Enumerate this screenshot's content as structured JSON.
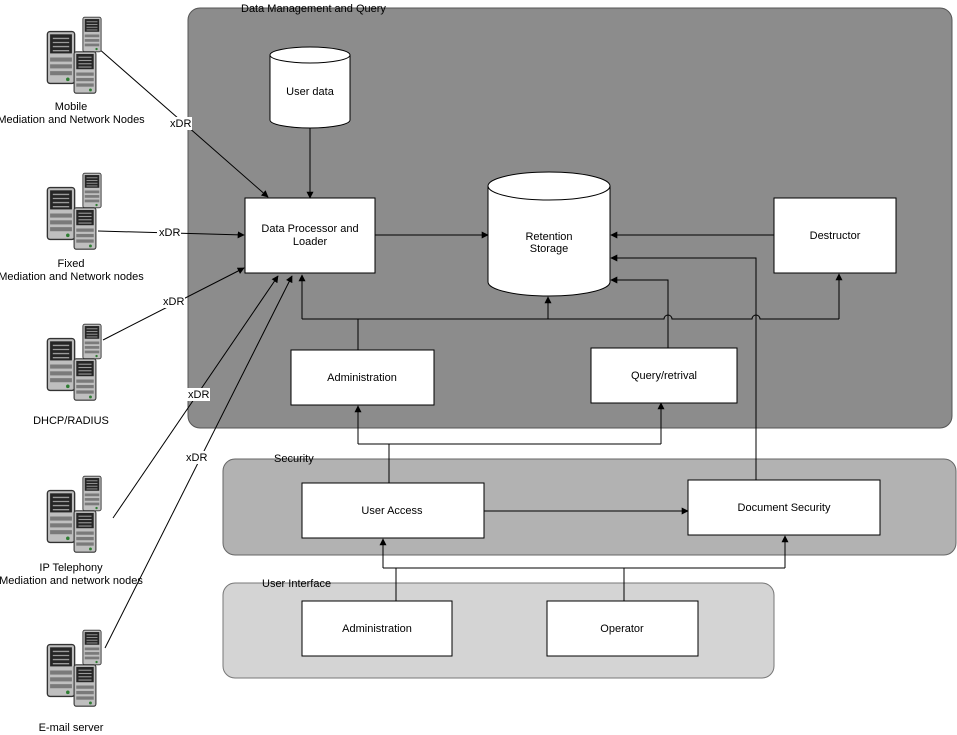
{
  "groups": {
    "data_management": "Data Management and Query",
    "security": "Security",
    "user_interface": "User Interface"
  },
  "boxes": {
    "user_data": "User data",
    "processor_line1": "Data Processor and",
    "processor_line2": "Loader",
    "retention_line1": "Retention",
    "retention_line2": "Storage",
    "destructor": "Destructor",
    "administration_dm": "Administration",
    "query": "Query/retrival",
    "user_access": "User Access",
    "document_security": "Document Security",
    "administration_ui": "Administration",
    "operator": "Operator"
  },
  "sources": {
    "mobile_line1": "Mobile",
    "mobile_line2": "Mediation and Network Nodes",
    "fixed_line1": "Fixed",
    "fixed_line2": "Mediation and Network nodes",
    "dhcp": "DHCP/RADIUS",
    "ip_line1": "IP Telephony",
    "ip_line2": "Mediation and network nodes",
    "email": "E-mail server"
  },
  "edge_labels": {
    "xdr_mobile": "xDR",
    "xdr_fixed": "xDR",
    "xdr_dhcp": "xDR",
    "xdr_ip": "xDR",
    "xdr_email": "xDR"
  },
  "colors": {
    "data_management_fill": "#8c8c8c",
    "security_fill": "#b2b2b2",
    "user_interface_fill": "#d4d4d4",
    "box_fill": "#ffffff",
    "line": "#000000"
  }
}
